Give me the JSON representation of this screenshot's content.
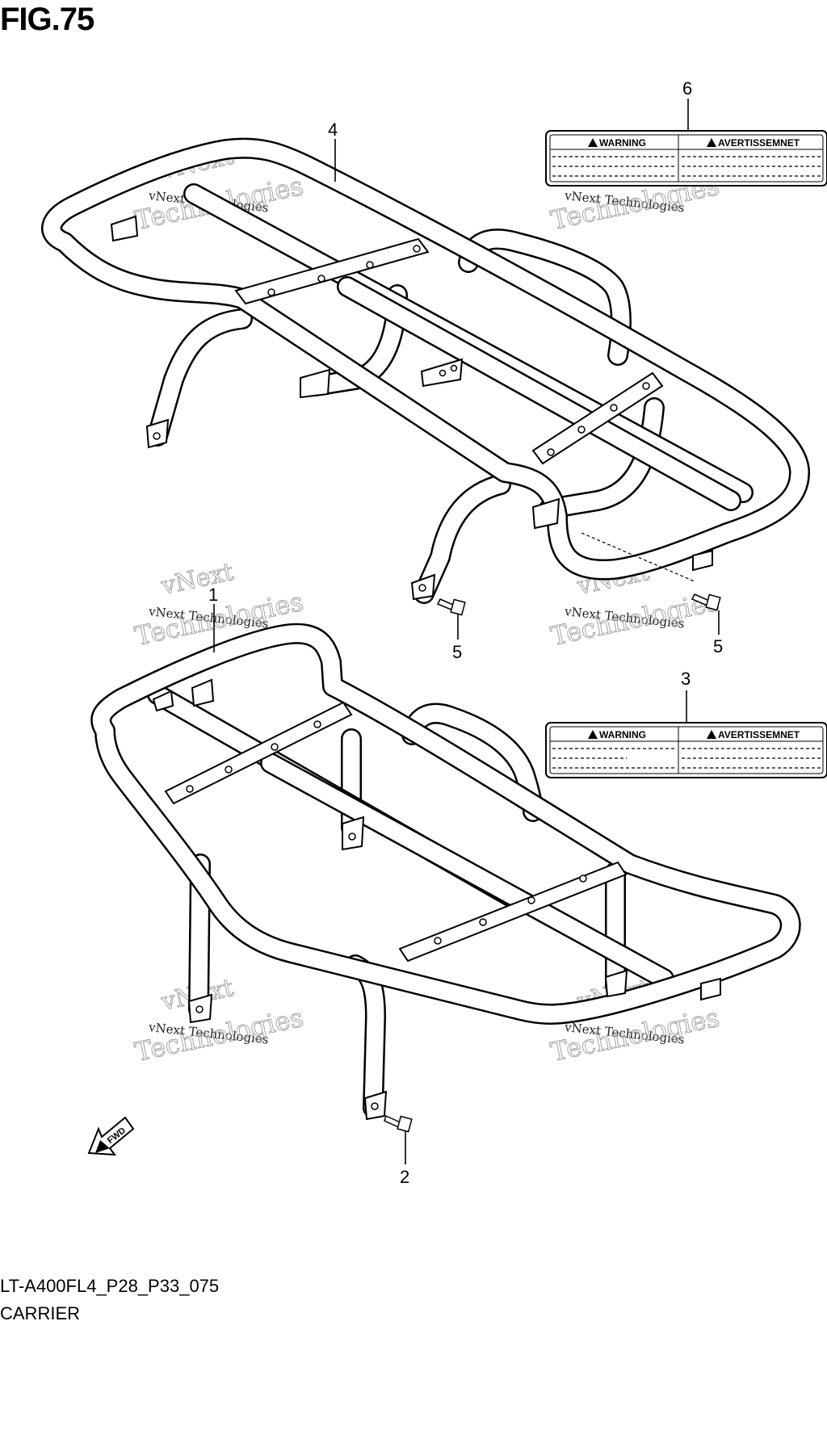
{
  "figure": {
    "title": "FIG.75",
    "code": "LT-A400FL4_P28_P33_075",
    "name": "CARRIER"
  },
  "callouts": {
    "part_1": "1",
    "part_2": "2",
    "part_3": "3",
    "part_4": "4",
    "part_5a": "5",
    "part_5b": "5",
    "part_6": "6"
  },
  "labels": {
    "warning": "WARNING",
    "avertissement": "AVERTISSEMNET"
  },
  "fwd_marker": "FWD",
  "watermark": {
    "line1": "vNext",
    "line2": "vNext Technologies",
    "line3": "Technologies"
  },
  "colors": {
    "ink": "#000000",
    "paper": "#ffffff",
    "watermark": "#9a9a9a"
  }
}
